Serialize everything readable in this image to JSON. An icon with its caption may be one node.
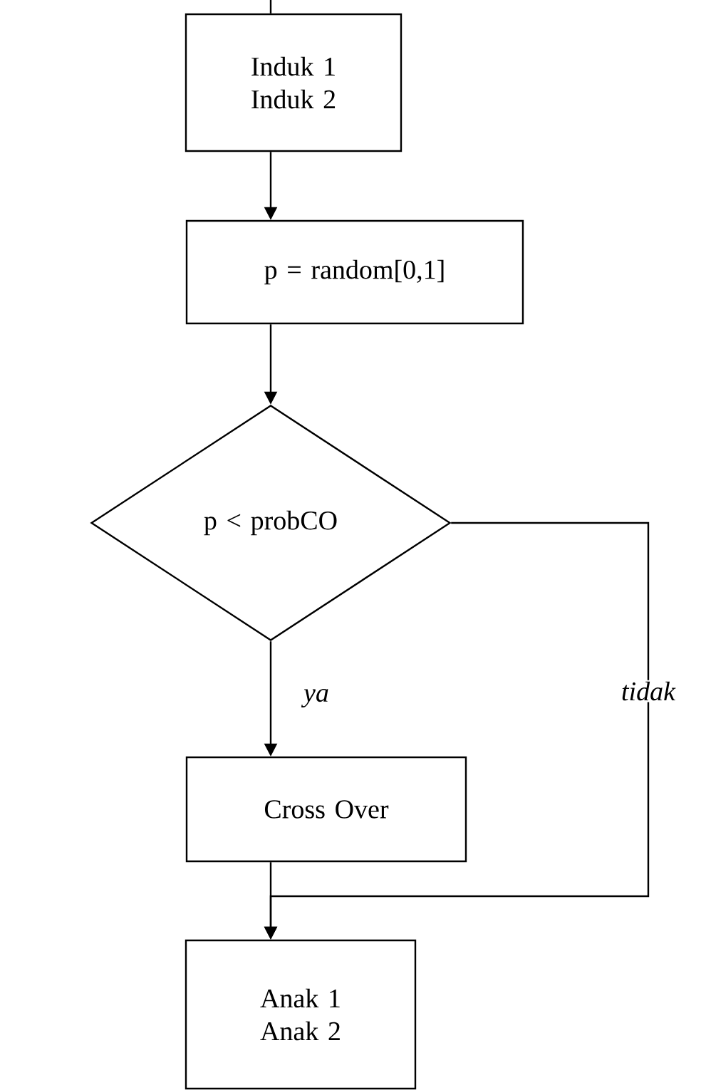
{
  "diagram": {
    "nodes": [
      {
        "text": [
          "Induk 1 Induk 2"
        ]
      },
      {
        "text": [
          "p = random[0,1]"
        ]
      },
      {
        "text": [
          "p < probCO"
        ]
      },
      {
        "text": [
          "Cross Over"
        ]
      },
      {
        "text": [
          "Anak 1 Anak 2"
        ]
      }
    ],
    "edges": [
      {
        "from": null,
        "to": 0,
        "arrow": "none"
      },
      {
        "from": 0,
        "to": 1,
        "arrow": "to"
      },
      {
        "from": 1,
        "to": 2,
        "arrow": "to"
      },
      {
        "from": 2,
        "to": 3,
        "arrow": "to",
        "label": "ya"
      },
      {
        "from": 2,
        "to": 4,
        "arrow": "to",
        "label": "tidak"
      },
      {
        "from": 3,
        "to": 4,
        "arrow": "to"
      }
    ]
  }
}
